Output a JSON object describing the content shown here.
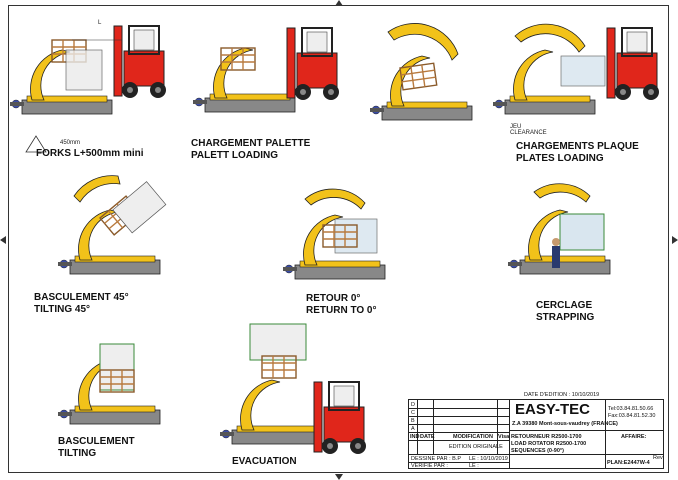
{
  "labels": {
    "forks": "FORKS L+500mm mini",
    "dim_450": "450mm",
    "dim_l": "L",
    "charge_palette_fr": "CHARGEMENT PALETTE",
    "charge_palette_en": "PALETT LOADING",
    "jeu_fr": "JEU",
    "jeu_en": "CLEARANCE",
    "charge_plaque_fr": "CHARGEMENTS PLAQUE",
    "charge_plaque_en": "PLATES LOADING",
    "bascule45_fr": "BASCULEMENT 45°",
    "bascule45_en": "TILTING 45°",
    "retour_fr": "RETOUR 0°",
    "retour_en": "RETURN TO 0°",
    "cerclage_fr": "CERCLAGE",
    "cerclage_en": "STRAPPING",
    "bascule_fr": "BASCULEMENT",
    "bascule_en": "TILTING",
    "evacuation": "EVACUATION"
  },
  "title_block": {
    "date_label": "DATE D'EDITION : 10/10/2019",
    "company": "EASY-TEC",
    "address": "Z.A 39380 Mont-sous-vaudrey (FRANCE)",
    "tel": "Tel:03.84.81.50.66",
    "fax": "Fax:03.84.81.52.30",
    "rev_rows": [
      "D",
      "C",
      "B",
      "A"
    ],
    "ind": "IND",
    "date": "DATE",
    "modification": "MODIFICATION",
    "visa": "Visa",
    "edition": "EDITION ORIGINALE",
    "dessine": "DESSINE PAR : B.P",
    "verifie": "VERIFIE PAR :",
    "le1": "LE : 10/10/2019",
    "le2": "LE :",
    "desc1": "RETOURNEUR R2500-1700",
    "desc2": "LOAD ROTATOR R2500-1700",
    "desc3": "SEQUENCES (0-90°)",
    "affaire": "AFFAIRE:",
    "plan": "PLAN:E2447W-4",
    "rev": "Rev"
  },
  "colors": {
    "yellow": "#f2c21a",
    "red": "#e0261b",
    "dark": "#2a2a2a",
    "wood": "#b87a3e",
    "blue": "#3b4da8",
    "clear": "#d9e6ef"
  }
}
